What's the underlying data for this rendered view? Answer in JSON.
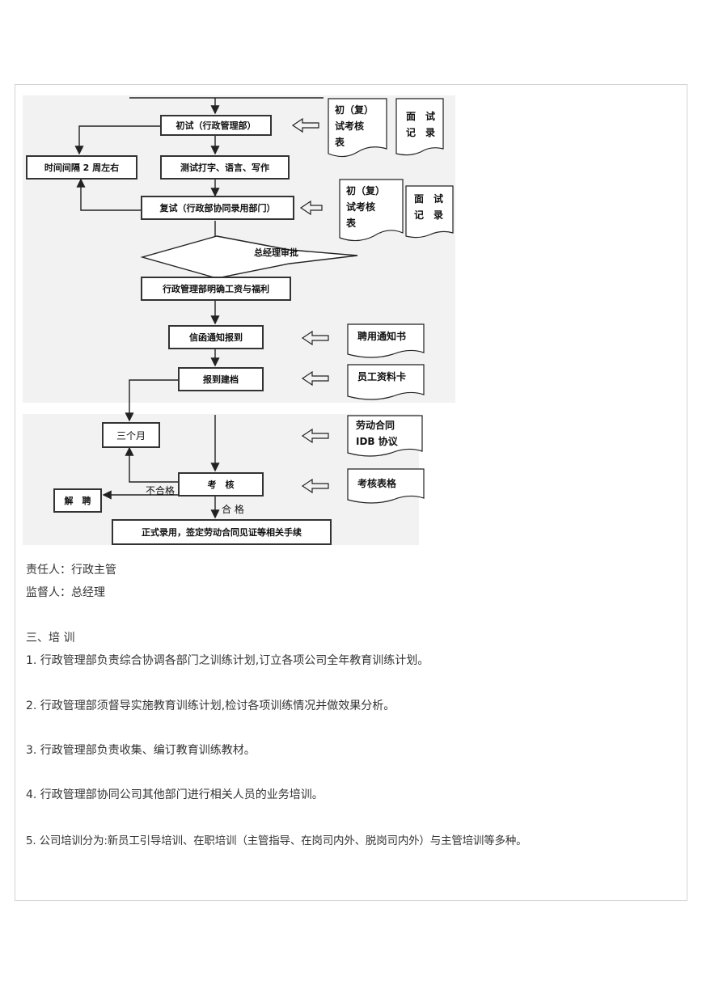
{
  "flowchart": {
    "initial_interview": "初试（行政管理部）",
    "interval_label": "时间间隔 2 周左右",
    "test_skills": "测试打字、语言、写作",
    "second_interview": "复试（行政部协同录用部门）",
    "gm_approval": "总经理审批",
    "salary_benefits": "行政管理部明确工资与福利",
    "offer_notice": "信函通知报到",
    "onboarding": "报到建档",
    "three_months": "三个月",
    "assessment": "考　核",
    "dismiss": "解　聘",
    "fail_label": "不合格",
    "pass_label": "合 格",
    "formal_hire": "正式录用，签定劳动合同见证等相关手续",
    "doc_eval_form_1": "初（复）\n试考核\n表",
    "doc_interview_record_1": "面　试\n记　录",
    "doc_eval_form_2": "初（复）\n试考核\n表",
    "doc_interview_record_2": "面　试\n记　录",
    "doc_offer_letter": "聘用通知书",
    "doc_employee_card": "员工资料卡",
    "doc_labor_contract": "劳动合同\nIDB 协议",
    "doc_assessment_form": "考核表格"
  },
  "responsibility": {
    "responsible": "责任人：行政主管",
    "supervisor": "监督人：总经理"
  },
  "training": {
    "heading": "三、培 训",
    "items": [
      "1.  行政管理部负责综合协调各部门之训练计划,订立各项公司全年教育训练计划。",
      "2.  行政管理部须督导实施教育训练计划,检讨各项训练情况并做效果分析。",
      "3.  行政管理部负责收集、编订教育训练教材。",
      "4.  行政管理部协同公司其他部门进行相关人员的业务培训。",
      "5.  公司培训分为:新员工引导培训、在职培训（主管指导、在岗司内外、脱岗司内外）与主管培训等多种。"
    ]
  }
}
